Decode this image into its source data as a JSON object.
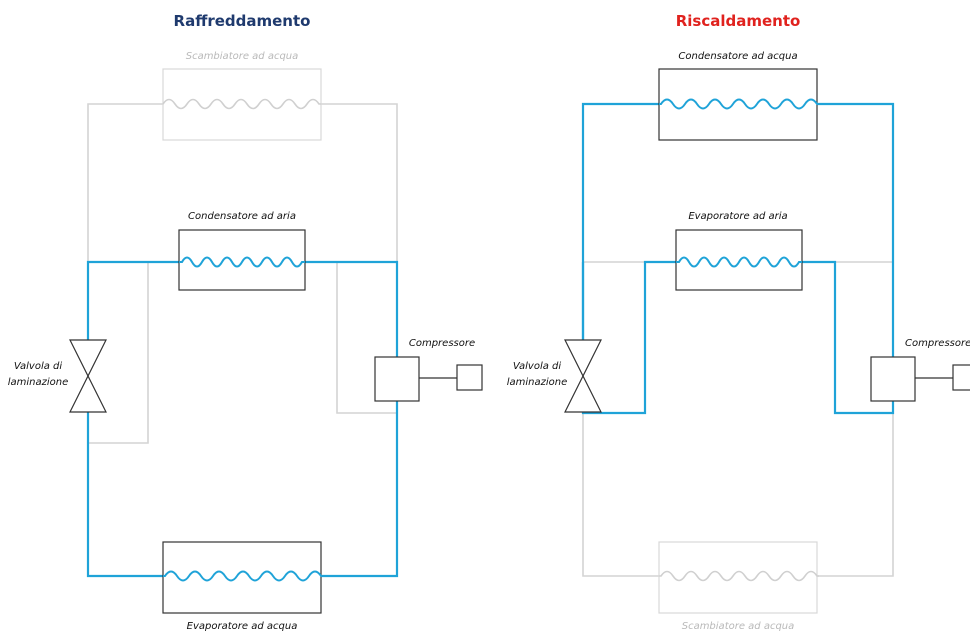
{
  "colors": {
    "cooling_title": "#1f3a6e",
    "heating_title": "#e0221e",
    "active_pipe": "#1fa3d8",
    "idle_pipe": "#d4d4d4"
  },
  "cooling": {
    "title": "Raffreddamento",
    "water_exchanger_label": "Scambiatore ad acqua",
    "air_condenser_label": "Condensatore ad aria",
    "compressor_label": "Compressore",
    "valve_label_line1": "Valvola di",
    "valve_label_line2": "laminazione",
    "water_evaporator_label": "Evaporatore ad acqua"
  },
  "heating": {
    "title": "Riscaldamento",
    "water_condenser_label": "Condensatore ad acqua",
    "air_evaporator_label": "Evaporatore ad aria",
    "compressor_label": "Compressore",
    "valve_label_line1": "Valvola di",
    "valve_label_line2": "laminazione",
    "water_exchanger_label": "Scambiatore ad acqua"
  }
}
